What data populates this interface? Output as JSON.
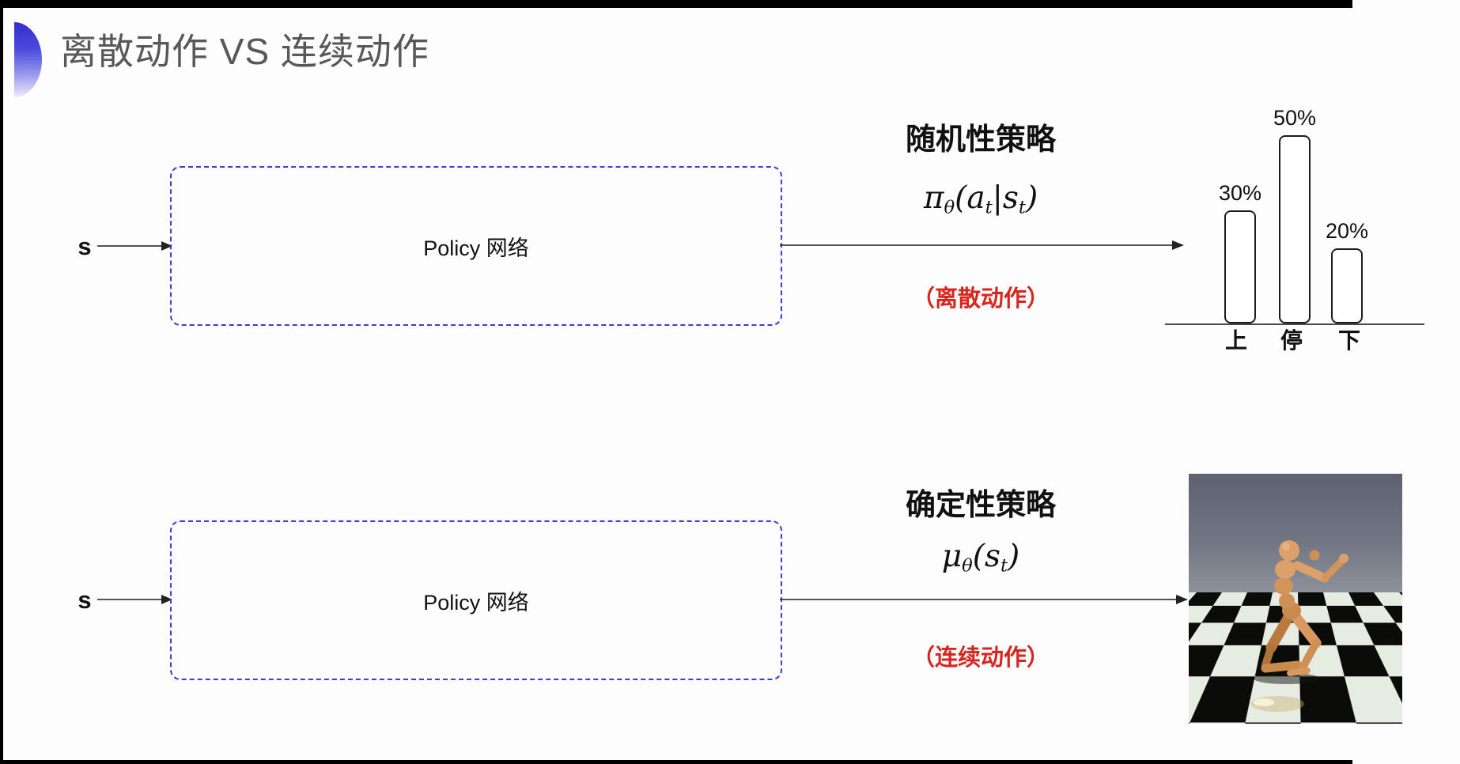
{
  "slide": {
    "title": "离散动作 VS 连续动作",
    "background": "#fdfdfd"
  },
  "colors": {
    "accent_blue": "#3c39d6",
    "title_gray": "#585858",
    "box_border_blue": "#3c3cd8",
    "note_red": "#d9251d",
    "arrow_line": "#3c3c3c"
  },
  "top_flow": {
    "input_label": "s",
    "box_label": "Policy 网络",
    "policy_name": "随机性策略",
    "formula": {
      "lead": "π",
      "lead_sub": "θ",
      "open": "(",
      "v1": "a",
      "v1_sub": "t",
      "sep": "|",
      "v2": "s",
      "v2_sub": "t",
      "close": ")"
    },
    "note": "（离散动作）"
  },
  "bottom_flow": {
    "input_label": "s",
    "box_label": "Policy 网络",
    "policy_name": "确定性策略",
    "formula": {
      "lead": "μ",
      "lead_sub": "θ",
      "open": "(",
      "v1": "s",
      "v1_sub": "t",
      "close": ")"
    },
    "note": "（连续动作）"
  },
  "chart_data": {
    "type": "bar",
    "categories": [
      "上",
      "停",
      "下"
    ],
    "values": [
      30,
      50,
      20
    ],
    "value_labels": [
      "30%",
      "50%",
      "20%"
    ],
    "title": "",
    "xlabel": "",
    "ylabel": "",
    "ylim": [
      0,
      55
    ],
    "grid": false,
    "legend": "none",
    "bar_fill": "#ffffff",
    "bar_outline": "#1c1c1c"
  },
  "simulation_panel": {
    "content": "humanoid-robot-on-checkerboard-floor"
  }
}
